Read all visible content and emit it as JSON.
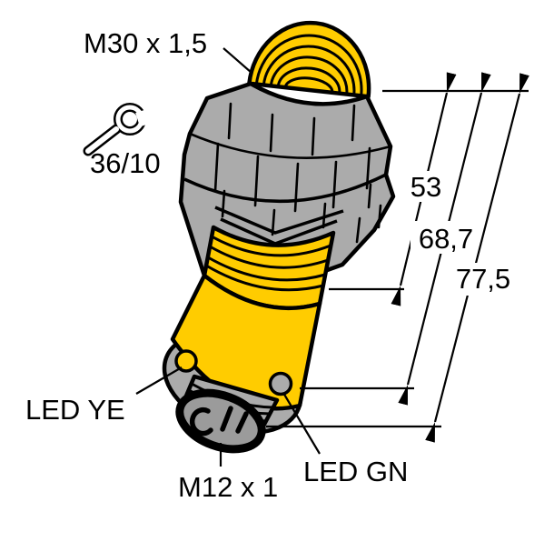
{
  "diagram": {
    "labels": {
      "thread_top": "M30 x 1,5",
      "wrench_size": "36/10",
      "led_yellow": "LED YE",
      "led_green": "LED GN",
      "connector_thread": "M12 x 1"
    },
    "dimensions": {
      "d1": "53",
      "d2": "68,7",
      "d3": "77,5"
    },
    "colors": {
      "housing_yellow": "#FFCC00",
      "metal_gray": "#ABABAB",
      "socket_gray": "#9B9B9B",
      "line_black": "#000000",
      "background": "#FFFFFF"
    },
    "icons": {
      "wrench": "wrench-icon"
    }
  }
}
